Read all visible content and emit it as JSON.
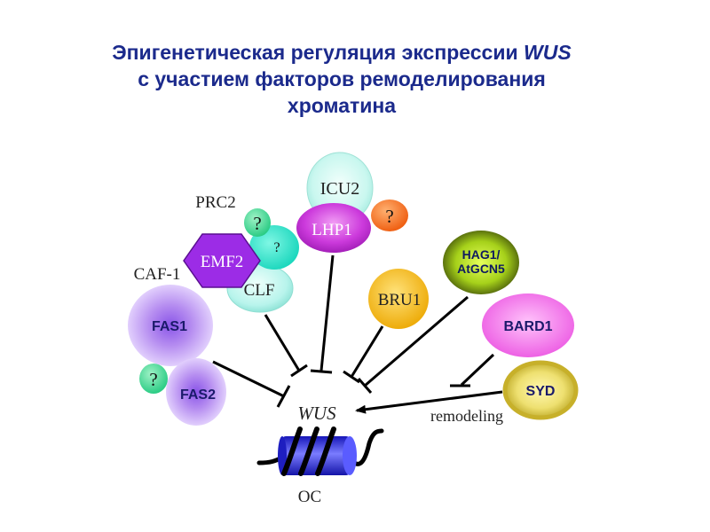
{
  "title": {
    "line1_prefix": "Эпигенетическая регуляция экспрессии ",
    "line1_gene": "WUS",
    "line2": "с участием факторов ремоделирования",
    "line3": "хроматина"
  },
  "complexes": {
    "prc2": "PRC2",
    "caf1": "CAF-1"
  },
  "proteins": {
    "icu2": "ICU2",
    "lhp1": "LHP1",
    "lhp1_partner": "?",
    "emf2": "EMF2",
    "clf": "CLF",
    "prc2_unknown_1": "?",
    "prc2_unknown_2": "?",
    "fas1": "FAS1",
    "fas2": "FAS2",
    "caf1_unknown": "?",
    "bru1": "BRU1",
    "hag1_line1": "HAG1/",
    "hag1_line2": "AtGCN5",
    "bard1": "BARD1",
    "syd": "SYD"
  },
  "target": {
    "gene": "WUS",
    "chromatin_label": "OC",
    "remodeling_label": "remodeling"
  },
  "colors": {
    "title": "#1b2a8c",
    "icu2": "#c9f7ef",
    "lhp1": "#cc3adc",
    "emf2": "#9c2ce6",
    "clf": "#b8f4ec",
    "question_green": "#33d690",
    "question_orange": "#f36a1c",
    "fas": "#b58cf0",
    "bru1": "#f2b70a",
    "hag1": "#a6d11a",
    "bard1": "#ea4ee0",
    "syd": "#d9c533",
    "nucleosome": "#3a3af0"
  }
}
